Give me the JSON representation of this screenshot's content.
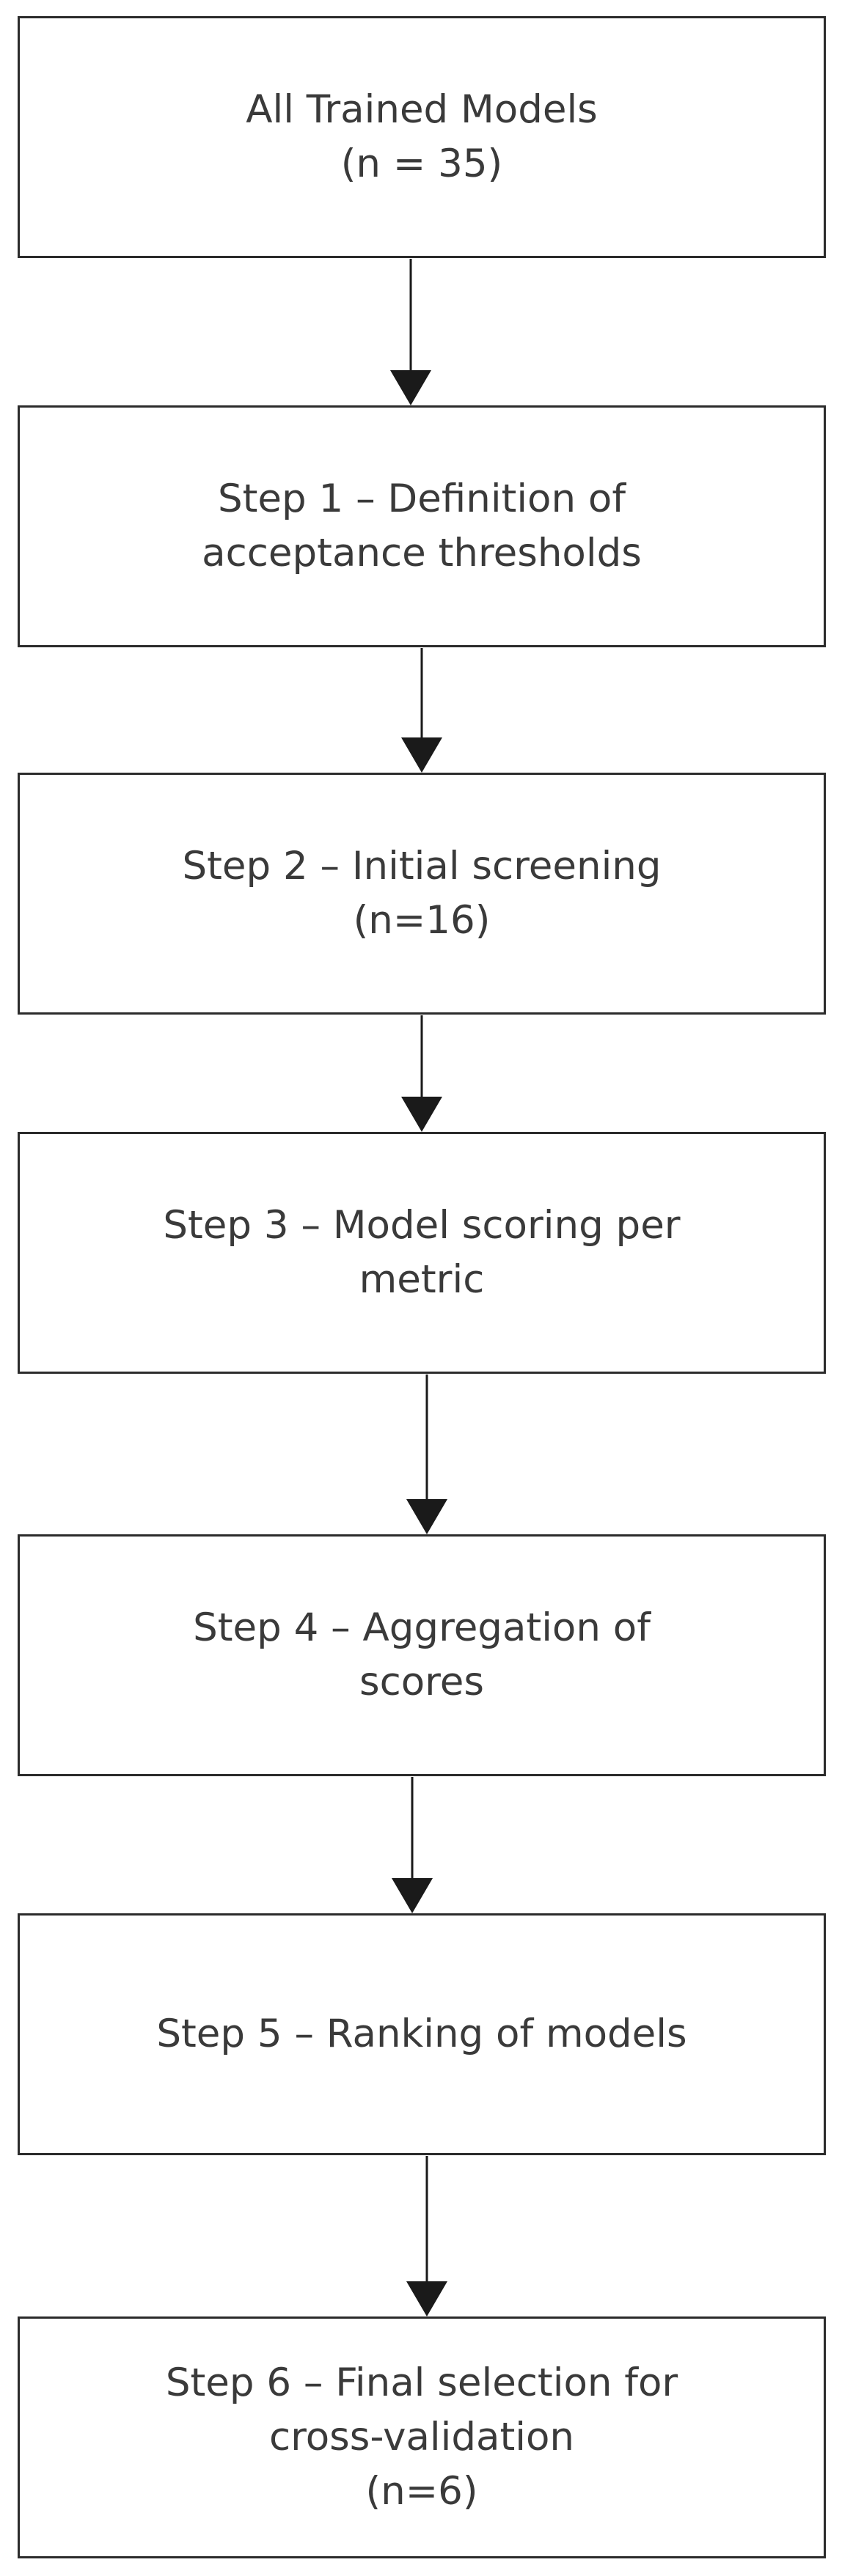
{
  "steps": [
    {
      "lines": [
        "All Trained Models",
        "(n = 35)"
      ]
    },
    {
      "lines": [
        "Step 1 – Definition of",
        "acceptance thresholds"
      ]
    },
    {
      "lines": [
        "Step 2 – Initial screening",
        "(n=16)"
      ]
    },
    {
      "lines": [
        "Step 3 – Model scoring per",
        "metric"
      ]
    },
    {
      "lines": [
        "Step 4 – Aggregation of",
        "scores"
      ]
    },
    {
      "lines": [
        "Step 5 – Ranking of models"
      ]
    },
    {
      "lines": [
        "Step 6 – Final selection for",
        "cross-validation",
        "(n=6)"
      ]
    }
  ],
  "colors": {
    "border": "#2b2b2b",
    "text": "#3a3a3a",
    "arrow": "#1a1a1a"
  }
}
